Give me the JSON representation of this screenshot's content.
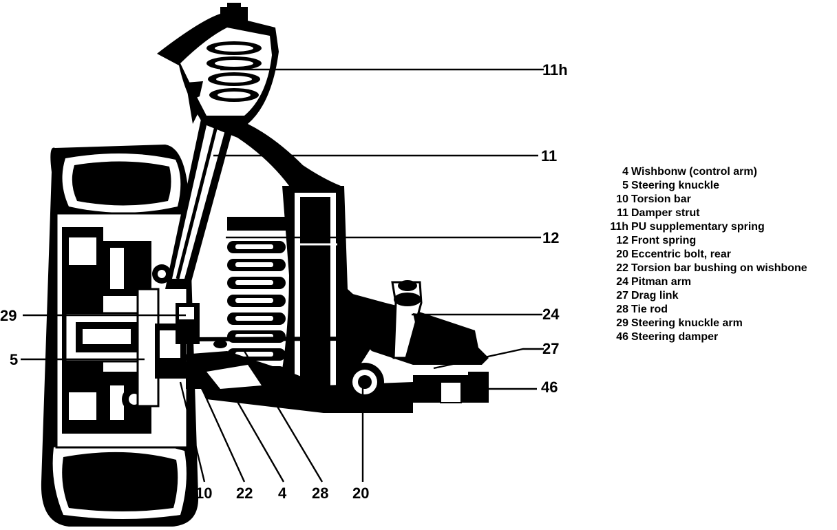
{
  "callouts": {
    "c11h": "11h",
    "c11": "11",
    "c12": "12",
    "c24": "24",
    "c27": "27",
    "c46": "46",
    "c29": "29",
    "c5": "5",
    "c10": "10",
    "c22": "22",
    "c4": "4",
    "c28": "28",
    "c20": "20"
  },
  "legend": [
    {
      "num": "4",
      "text": "Wishbonw (control arm)"
    },
    {
      "num": "5",
      "text": "Steering knuckle"
    },
    {
      "num": "10",
      "text": "Torsion bar"
    },
    {
      "num": "11",
      "text": "Damper strut"
    },
    {
      "num": "11h",
      "text": "PU supplementary spring"
    },
    {
      "num": "12",
      "text": "Front spring"
    },
    {
      "num": "20",
      "text": "Eccentric bolt, rear"
    },
    {
      "num": "22",
      "text": "Torsion bar bushing on wishbone"
    },
    {
      "num": "24",
      "text": "Pitman arm"
    },
    {
      "num": "27",
      "text": "Drag link"
    },
    {
      "num": "28",
      "text": "Tie rod"
    },
    {
      "num": "29",
      "text": "Steering knuckle arm"
    },
    {
      "num": "46",
      "text": "Steering damper"
    }
  ]
}
